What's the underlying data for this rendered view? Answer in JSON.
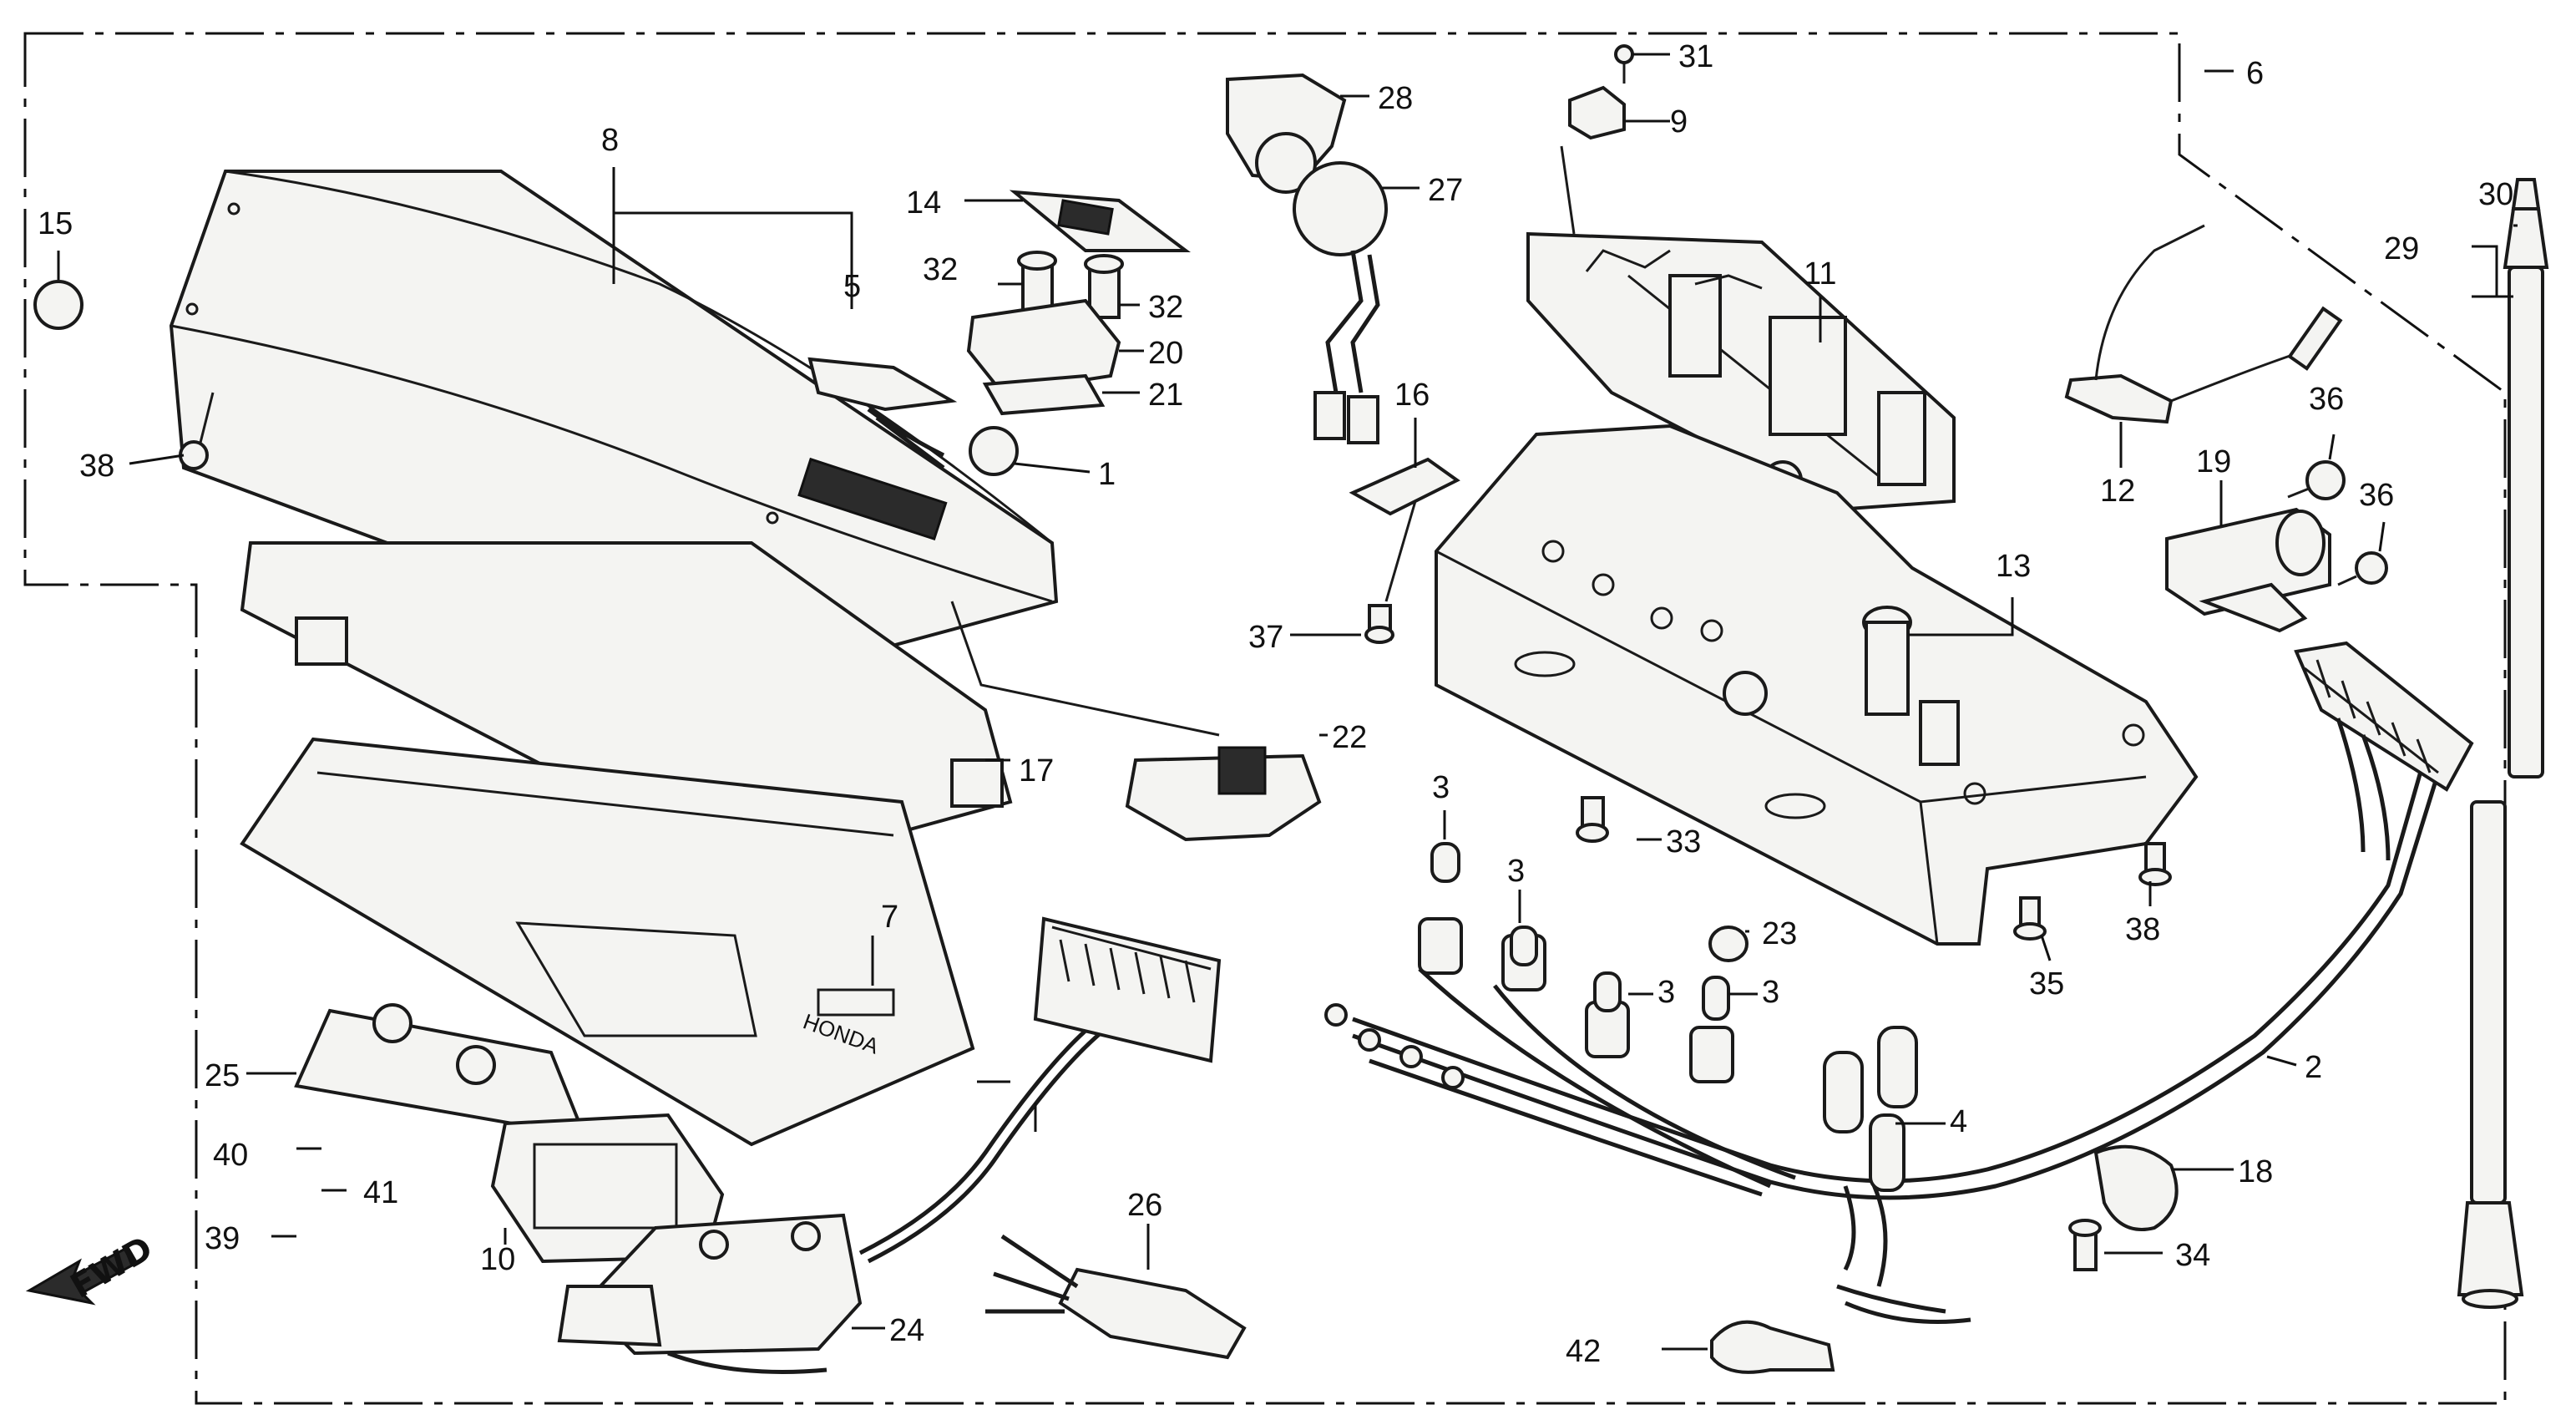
{
  "fwd_label": "FWD",
  "callouts": [
    {
      "id": "c1",
      "text": "1"
    },
    {
      "id": "c2",
      "text": "2"
    },
    {
      "id": "c3a",
      "text": "3"
    },
    {
      "id": "c3b",
      "text": "3"
    },
    {
      "id": "c3c",
      "text": "3"
    },
    {
      "id": "c3d",
      "text": "3"
    },
    {
      "id": "c4",
      "text": "4"
    },
    {
      "id": "c5",
      "text": "5"
    },
    {
      "id": "c6",
      "text": "6"
    },
    {
      "id": "c7",
      "text": "7"
    },
    {
      "id": "c8",
      "text": "8"
    },
    {
      "id": "c9",
      "text": "9"
    },
    {
      "id": "c10",
      "text": "10"
    },
    {
      "id": "c11",
      "text": "11"
    },
    {
      "id": "c12",
      "text": "12"
    },
    {
      "id": "c13",
      "text": "13"
    },
    {
      "id": "c14",
      "text": "14"
    },
    {
      "id": "c15",
      "text": "15"
    },
    {
      "id": "c16",
      "text": "16"
    },
    {
      "id": "c17",
      "text": "17"
    },
    {
      "id": "c18",
      "text": "18"
    },
    {
      "id": "c19",
      "text": "19"
    },
    {
      "id": "c20",
      "text": "20"
    },
    {
      "id": "c21",
      "text": "21"
    },
    {
      "id": "c22",
      "text": "22"
    },
    {
      "id": "c23",
      "text": "23"
    },
    {
      "id": "c24",
      "text": "24"
    },
    {
      "id": "c25",
      "text": "25"
    },
    {
      "id": "c26",
      "text": "26"
    },
    {
      "id": "c27",
      "text": "27"
    },
    {
      "id": "c28",
      "text": "28"
    },
    {
      "id": "c29",
      "text": "29"
    },
    {
      "id": "c30",
      "text": "30"
    },
    {
      "id": "c31",
      "text": "31"
    },
    {
      "id": "c32a",
      "text": "32"
    },
    {
      "id": "c32b",
      "text": "32"
    },
    {
      "id": "c33",
      "text": "33"
    },
    {
      "id": "c34",
      "text": "34"
    },
    {
      "id": "c35",
      "text": "35"
    },
    {
      "id": "c36a",
      "text": "36"
    },
    {
      "id": "c36b",
      "text": "36"
    },
    {
      "id": "c37",
      "text": "37"
    },
    {
      "id": "c38a",
      "text": "38"
    },
    {
      "id": "c38b",
      "text": "38"
    },
    {
      "id": "c39",
      "text": "39"
    },
    {
      "id": "c40",
      "text": "40"
    },
    {
      "id": "c41",
      "text": "41"
    },
    {
      "id": "c42",
      "text": "42"
    }
  ]
}
